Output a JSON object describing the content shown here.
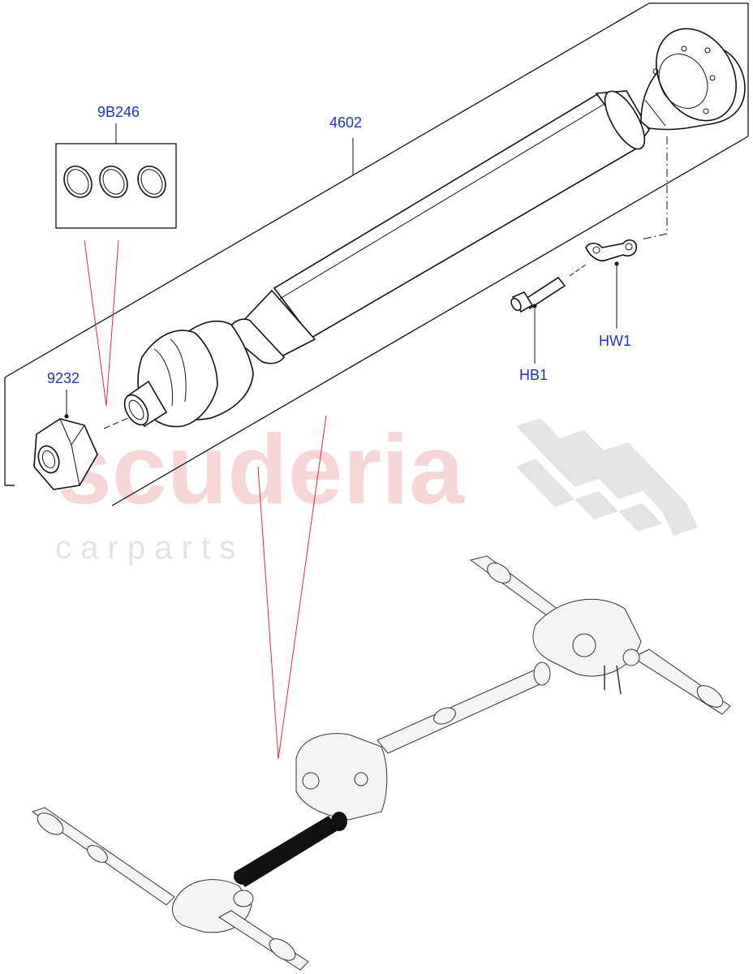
{
  "callouts": {
    "rings": "9B246",
    "shaft": "4602",
    "nut": "9232",
    "bolt": "HB1",
    "washer": "HW1"
  },
  "watermark": {
    "brand": "scuderia",
    "tagline": "c a r   p a r t s"
  },
  "colors": {
    "callout_text": "#1d33c8",
    "leader_red": "#e32b2b",
    "watermark_red": "#f6c9cc"
  }
}
